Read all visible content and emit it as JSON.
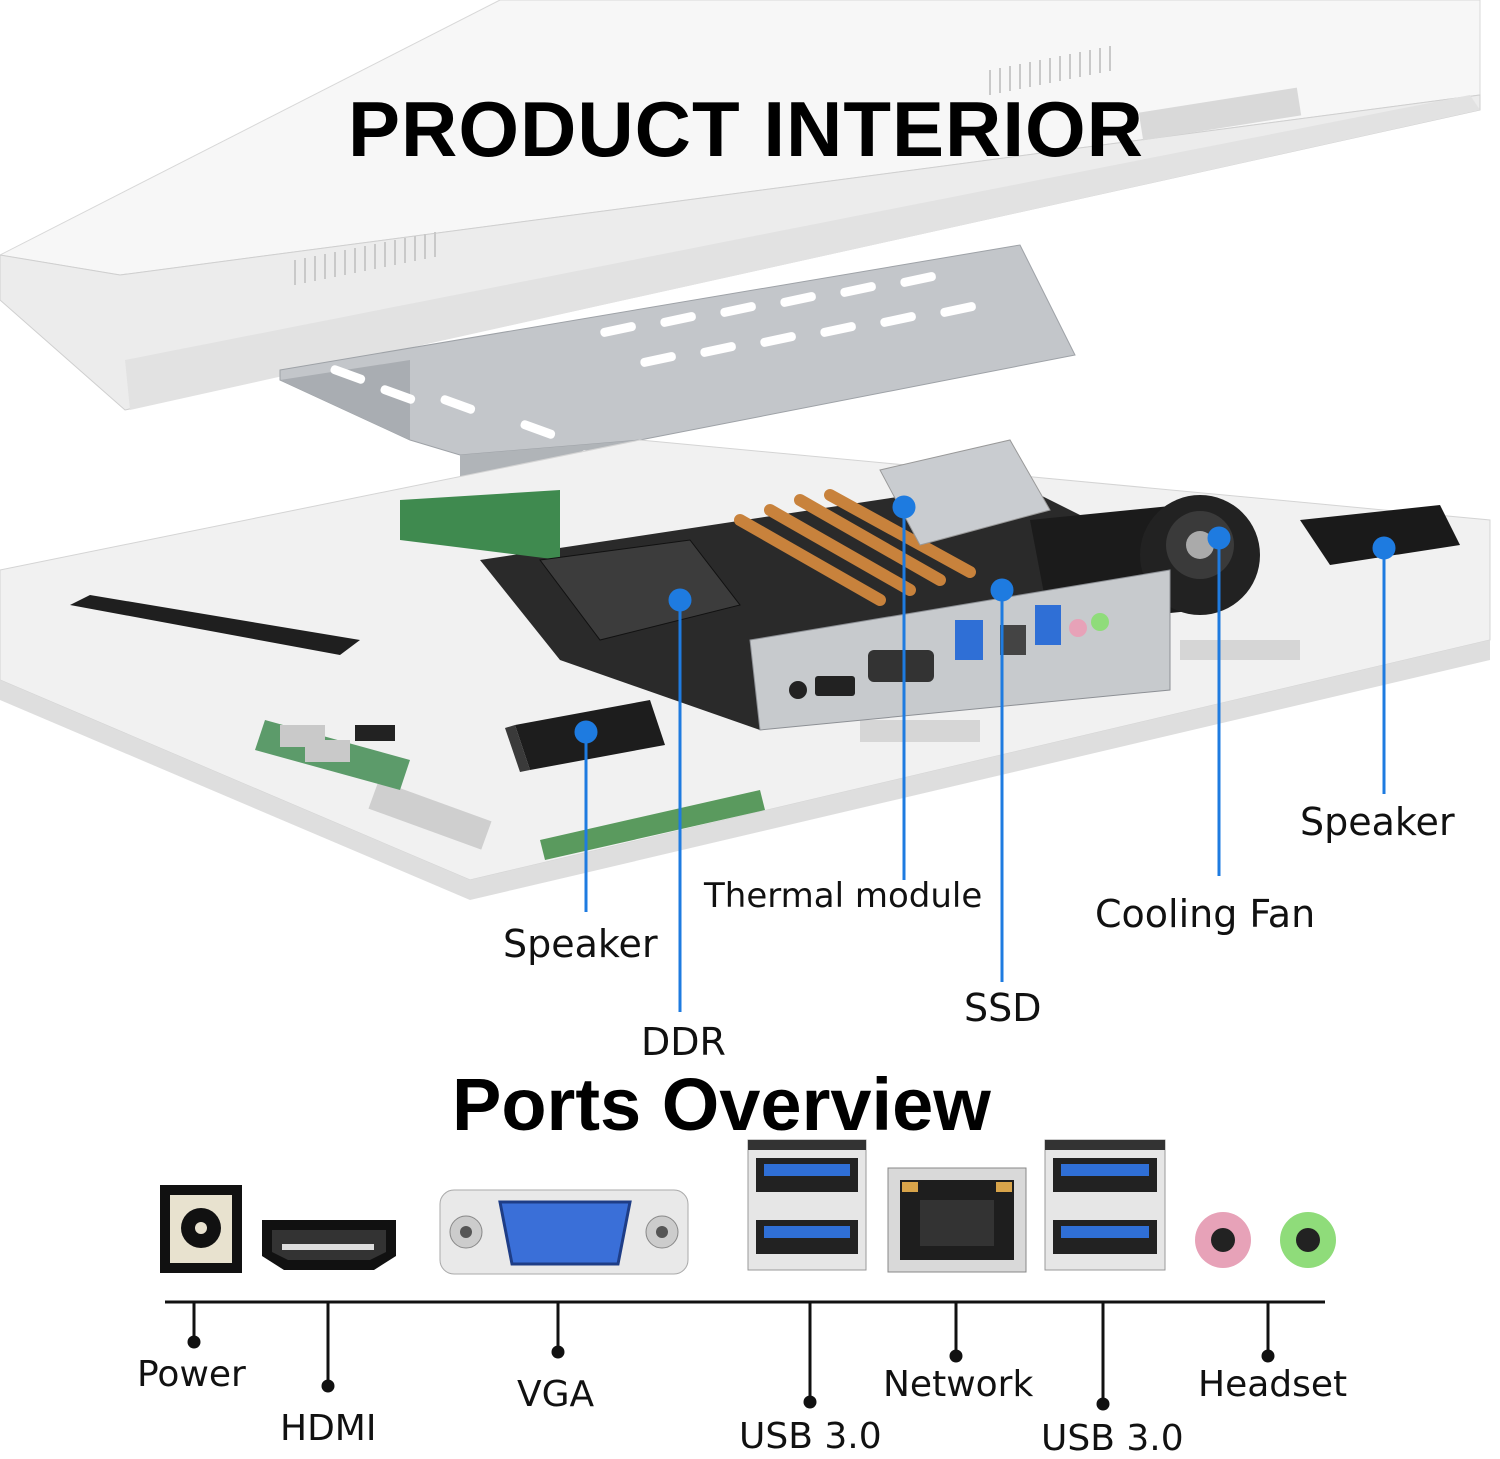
{
  "titles": {
    "interior": "PRODUCT INTERIOR",
    "ports": "Ports Overview"
  },
  "colors": {
    "callout_blue": "#1e7be0",
    "metal": "#b9bcc0",
    "chassis": "#f2f2f2",
    "pcb_green": "#3f8a4f",
    "copper": "#c8823c",
    "usb_blue": "#2f6fd6",
    "vga_blue": "#3a6fd8",
    "mic_pink": "#e7a2b8",
    "audio_green": "#8fdc7a"
  },
  "components": [
    {
      "id": "speaker-left",
      "label": "Speaker"
    },
    {
      "id": "ddr",
      "label": "DDR"
    },
    {
      "id": "thermal",
      "label": "Thermal module"
    },
    {
      "id": "ssd",
      "label": "SSD"
    },
    {
      "id": "fan",
      "label": "Cooling Fan"
    },
    {
      "id": "speaker-right",
      "label": "Speaker"
    }
  ],
  "ports": [
    {
      "id": "power",
      "label": "Power"
    },
    {
      "id": "hdmi",
      "label": "HDMI"
    },
    {
      "id": "vga",
      "label": "VGA"
    },
    {
      "id": "usb1",
      "label": "USB 3.0"
    },
    {
      "id": "network",
      "label": "Network"
    },
    {
      "id": "usb2",
      "label": "USB 3.0"
    },
    {
      "id": "headset",
      "label": "Headset"
    }
  ]
}
